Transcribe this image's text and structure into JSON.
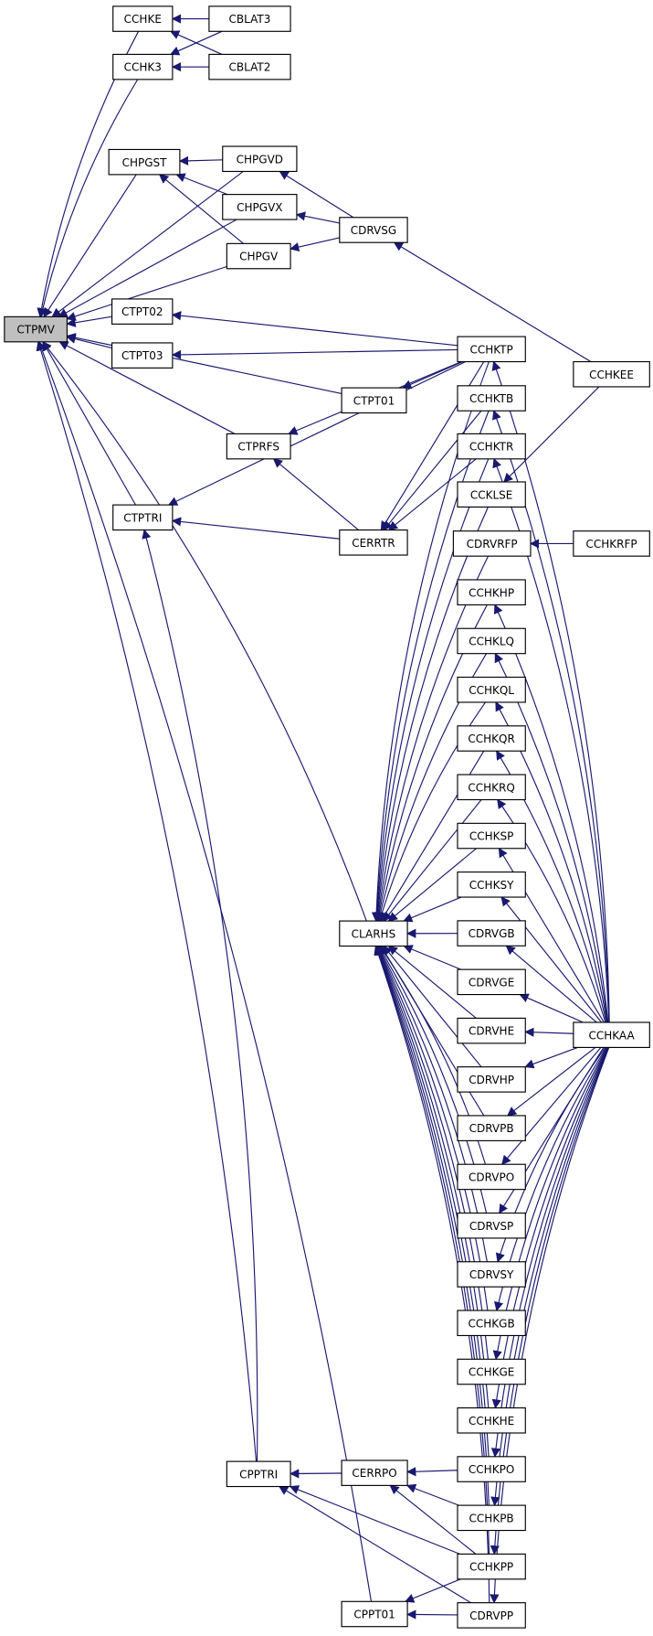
{
  "diagram": {
    "root": "CTPMV",
    "colors": {
      "edge": "#191970",
      "root_fill": "#bfbfbf",
      "node_fill": "#ffffff"
    },
    "nodes": [
      "CTPMV",
      "CCHKE",
      "CBLAT3",
      "CCHK3",
      "CBLAT2",
      "CHPGST",
      "CHPGVD",
      "CHPGVX",
      "CHPGV",
      "CDRVSG",
      "CTPT02",
      "CTPT03",
      "CCHKTP",
      "CCHKEE",
      "CTPT01",
      "CCHKTB",
      "CTPRFS",
      "CCHKTR",
      "CCKLSE",
      "CTPTRI",
      "CERRTR",
      "CDRVRFP",
      "CCHKRFP",
      "CCHKHP",
      "CCHKLQ",
      "CCHKQL",
      "CCHKQR",
      "CCHKRQ",
      "CCHKSP",
      "CCHKSY",
      "CLARHS",
      "CDRVGB",
      "CDRVGE",
      "CCHKAA",
      "CDRVHE",
      "CDRVHP",
      "CDRVPB",
      "CDRVPO",
      "CDRVSP",
      "CDRVSY",
      "CCHKGB",
      "CCHKGE",
      "CCHKHE",
      "CPPTRI",
      "CERRPO",
      "CCHKPO",
      "CCHKPB",
      "CCHKPP",
      "CPPT01",
      "CDRVPP"
    ],
    "edges": [
      [
        "CCHKE",
        "CTPMV"
      ],
      [
        "CCHK3",
        "CTPMV"
      ],
      [
        "CBLAT3",
        "CCHKE"
      ],
      [
        "CBLAT3",
        "CCHK3"
      ],
      [
        "CBLAT2",
        "CCHKE"
      ],
      [
        "CBLAT2",
        "CCHK3"
      ],
      [
        "CHPGVD",
        "CTPMV"
      ],
      [
        "CHPGST",
        "CTPMV"
      ],
      [
        "CHPGVX",
        "CTPMV"
      ],
      [
        "CHPGV",
        "CTPMV"
      ],
      [
        "CHPGVD",
        "CHPGST"
      ],
      [
        "CHPGVX",
        "CHPGST"
      ],
      [
        "CHPGV",
        "CHPGST"
      ],
      [
        "CDRVSG",
        "CHPGVD"
      ],
      [
        "CDRVSG",
        "CHPGVX"
      ],
      [
        "CDRVSG",
        "CHPGV"
      ],
      [
        "CCHKEE",
        "CDRVSG"
      ],
      [
        "CCHKEE",
        "CCKLSE"
      ],
      [
        "CTPT02",
        "CTPMV"
      ],
      [
        "CTPT03",
        "CTPMV"
      ],
      [
        "CTPT01",
        "CTPMV"
      ],
      [
        "CTPRFS",
        "CTPMV"
      ],
      [
        "CTPTRI",
        "CTPMV"
      ],
      [
        "CLARHS",
        "CTPMV"
      ],
      [
        "CPPTRI",
        "CTPMV"
      ],
      [
        "CPPT01",
        "CTPMV"
      ],
      [
        "CCHKTP",
        "CTPT02"
      ],
      [
        "CCHKTP",
        "CTPT03"
      ],
      [
        "CCHKTP",
        "CTPT01"
      ],
      [
        "CCHKTP",
        "CTPRFS"
      ],
      [
        "CCHKTP",
        "CTPTRI"
      ],
      [
        "CCHKTP",
        "CERRTR"
      ],
      [
        "CCHKTP",
        "CLARHS"
      ],
      [
        "CCHKTB",
        "CERRTR"
      ],
      [
        "CCHKTB",
        "CLARHS"
      ],
      [
        "CCHKTR",
        "CERRTR"
      ],
      [
        "CCHKTR",
        "CLARHS"
      ],
      [
        "CCKLSE",
        "CLARHS"
      ],
      [
        "CERRTR",
        "CTPTRI"
      ],
      [
        "CERRTR",
        "CTPRFS"
      ],
      [
        "CCHKRFP",
        "CDRVRFP"
      ],
      [
        "CDRVRFP",
        "CLARHS"
      ],
      [
        "CCHKHP",
        "CLARHS"
      ],
      [
        "CCHKLQ",
        "CLARHS"
      ],
      [
        "CCHKQL",
        "CLARHS"
      ],
      [
        "CCHKQR",
        "CLARHS"
      ],
      [
        "CCHKRQ",
        "CLARHS"
      ],
      [
        "CCHKSP",
        "CLARHS"
      ],
      [
        "CCHKSY",
        "CLARHS"
      ],
      [
        "CDRVGB",
        "CLARHS"
      ],
      [
        "CDRVGE",
        "CLARHS"
      ],
      [
        "CDRVHE",
        "CLARHS"
      ],
      [
        "CDRVHP",
        "CLARHS"
      ],
      [
        "CDRVPB",
        "CLARHS"
      ],
      [
        "CDRVPO",
        "CLARHS"
      ],
      [
        "CDRVSP",
        "CLARHS"
      ],
      [
        "CDRVSY",
        "CLARHS"
      ],
      [
        "CCHKGB",
        "CLARHS"
      ],
      [
        "CCHKGE",
        "CLARHS"
      ],
      [
        "CCHKHE",
        "CLARHS"
      ],
      [
        "CCHKPO",
        "CLARHS"
      ],
      [
        "CCHKPB",
        "CLARHS"
      ],
      [
        "CCHKPP",
        "CLARHS"
      ],
      [
        "CDRVPP",
        "CLARHS"
      ],
      [
        "CCHKAA",
        "CCHKTP"
      ],
      [
        "CCHKAA",
        "CCHKTB"
      ],
      [
        "CCHKAA",
        "CCHKTR"
      ],
      [
        "CCHKAA",
        "CCHKHP"
      ],
      [
        "CCHKAA",
        "CCHKLQ"
      ],
      [
        "CCHKAA",
        "CCHKQL"
      ],
      [
        "CCHKAA",
        "CCHKQR"
      ],
      [
        "CCHKAA",
        "CCHKRQ"
      ],
      [
        "CCHKAA",
        "CCHKSP"
      ],
      [
        "CCHKAA",
        "CCHKSY"
      ],
      [
        "CCHKAA",
        "CDRVGB"
      ],
      [
        "CCHKAA",
        "CDRVGE"
      ],
      [
        "CCHKAA",
        "CDRVHE"
      ],
      [
        "CCHKAA",
        "CDRVHP"
      ],
      [
        "CCHKAA",
        "CDRVPB"
      ],
      [
        "CCHKAA",
        "CDRVPO"
      ],
      [
        "CCHKAA",
        "CDRVSP"
      ],
      [
        "CCHKAA",
        "CDRVSY"
      ],
      [
        "CCHKAA",
        "CCHKGB"
      ],
      [
        "CCHKAA",
        "CCHKGE"
      ],
      [
        "CCHKAA",
        "CCHKHE"
      ],
      [
        "CCHKAA",
        "CCHKPO"
      ],
      [
        "CCHKAA",
        "CCHKPB"
      ],
      [
        "CCHKAA",
        "CCHKPP"
      ],
      [
        "CCHKAA",
        "CDRVPP"
      ],
      [
        "CERRPO",
        "CPPTRI"
      ],
      [
        "CPPTRI",
        "CTPTRI"
      ],
      [
        "CCHKPO",
        "CERRPO"
      ],
      [
        "CCHKPB",
        "CERRPO"
      ],
      [
        "CCHKPP",
        "CERRPO"
      ],
      [
        "CCHKPP",
        "CPPTRI"
      ],
      [
        "CDRVPP",
        "CPPTRI"
      ],
      [
        "CCHKPP",
        "CPPT01"
      ],
      [
        "CDRVPP",
        "CPPT01"
      ]
    ]
  }
}
